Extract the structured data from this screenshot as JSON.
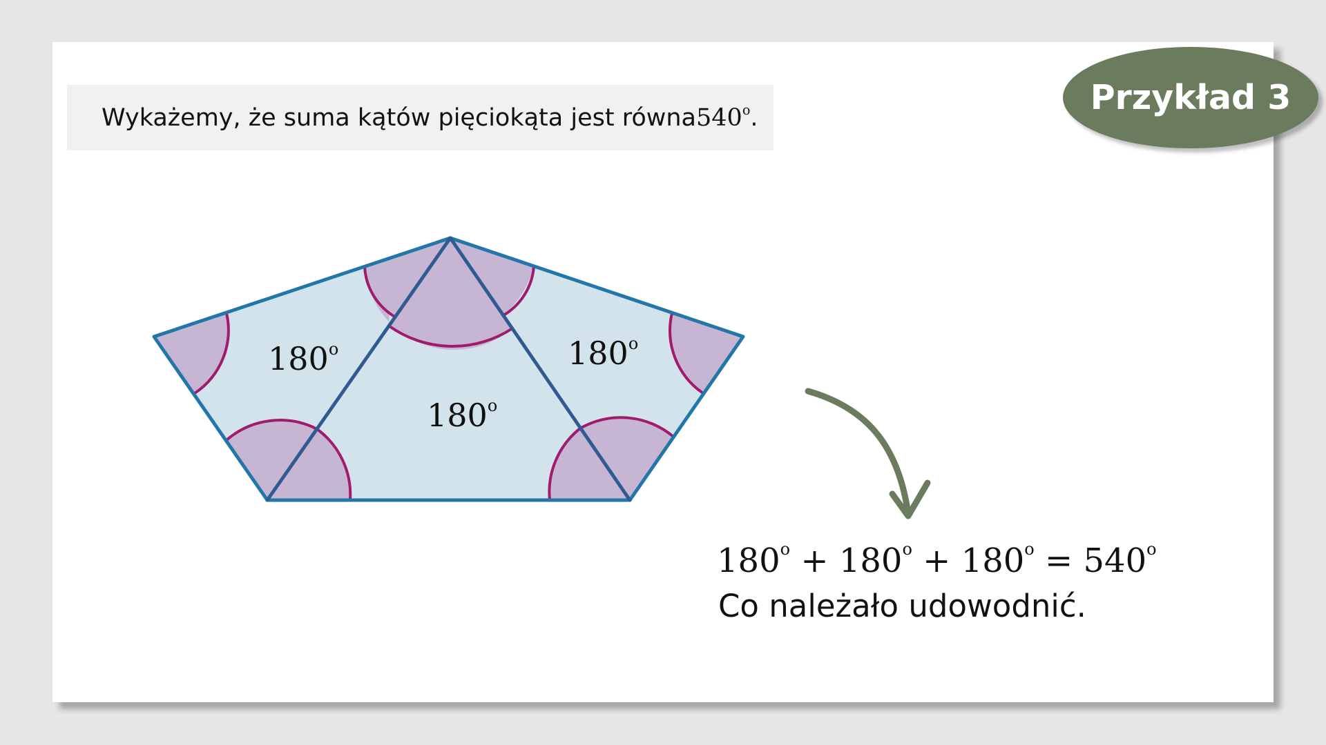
{
  "badge": {
    "label": "Przykład 3"
  },
  "statement": {
    "text": "Wykażemy, że suma kątów pięciokąta jest równa ",
    "value": "540",
    "degree": "o",
    "end": "."
  },
  "diagram": {
    "labels": {
      "left": "180",
      "middle": "180",
      "right": "180",
      "degree": "o"
    },
    "colors": {
      "fill": "#d3e3ec",
      "edge": "#2276a8",
      "diagonal": "#2f5b92",
      "angle_fill": "#c6b5d3",
      "angle_arc": "#a01b6e",
      "arrow": "#6b7c5e"
    }
  },
  "equation": {
    "terms": [
      "180",
      "180",
      "180"
    ],
    "plus": "+",
    "equals": "=",
    "result": "540",
    "degree": "o"
  },
  "conclusion": {
    "text": "Co należało udowodnić."
  }
}
